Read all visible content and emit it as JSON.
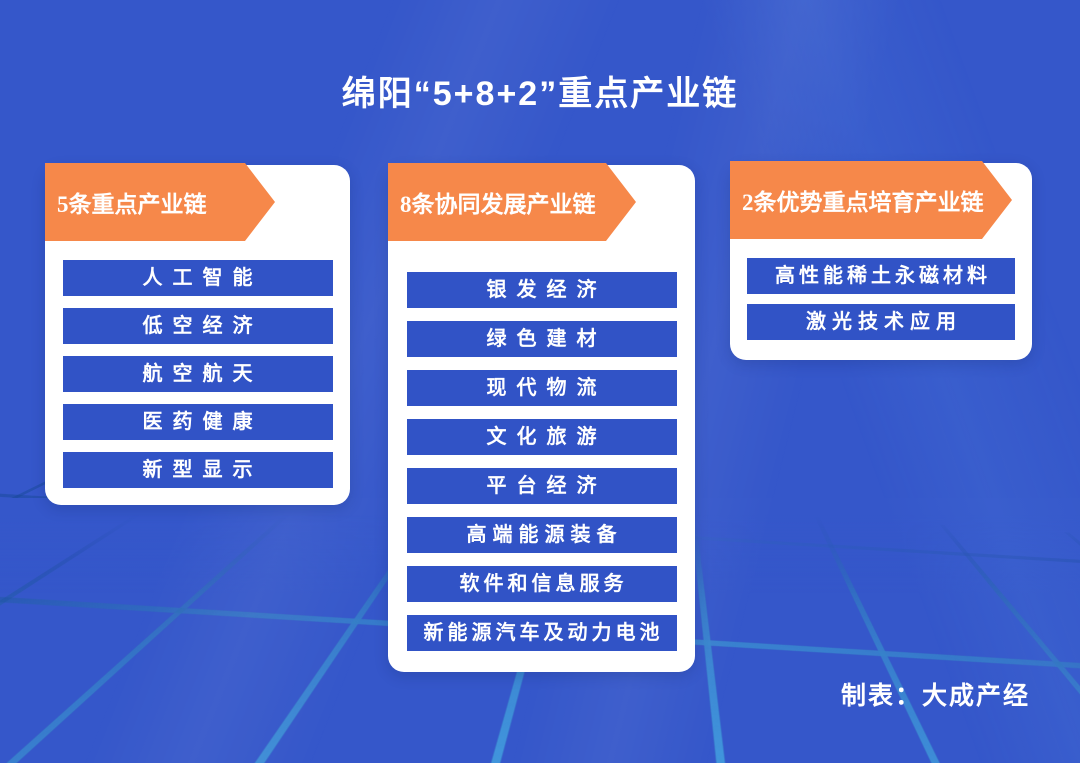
{
  "title": "绵阳“5+8+2”重点产业链",
  "credit": "制表：大成产经",
  "columns": [
    {
      "header": "5条重点产业链",
      "items": [
        "人工智能",
        "低空经济",
        "航空航天",
        "医药健康",
        "新型显示"
      ]
    },
    {
      "header": "8条协同发展产业链",
      "items": [
        "银发经济",
        "绿色建材",
        "现代物流",
        "文化旅游",
        "平台经济",
        "高端能源装备",
        "软件和信息服务",
        "新能源汽车及动力电池"
      ]
    },
    {
      "header": "2条优势重点培育产业链",
      "items": [
        "高性能稀土永磁材料",
        "激光技术应用"
      ]
    }
  ],
  "colors": {
    "background": "#3557ca",
    "item_bar": "#3153c6",
    "accent_orange": "#f6884a",
    "card": "#ffffff",
    "grid_line_bright": "#4fbcf4",
    "grid_line_dark": "#174898",
    "text": "#ffffff"
  }
}
